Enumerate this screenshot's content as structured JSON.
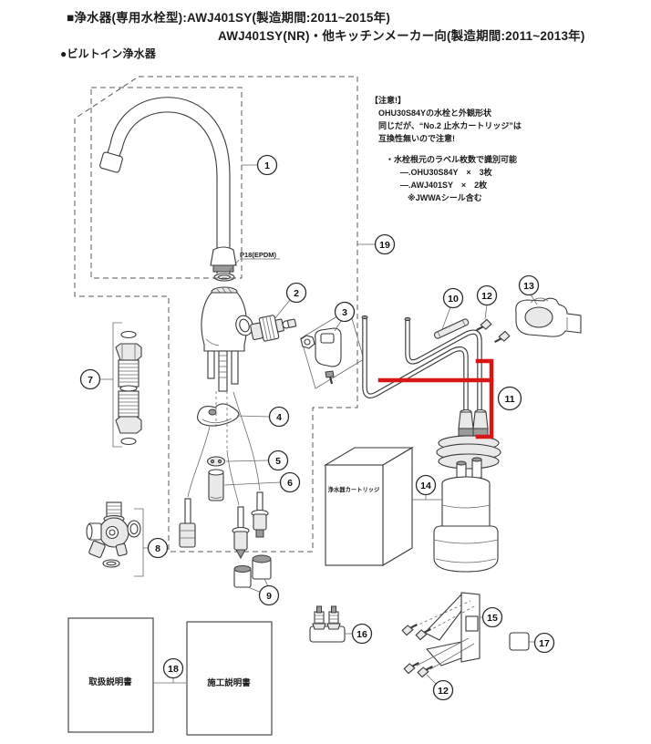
{
  "header": {
    "line1": "■浄水器(専用水栓型):AWJ401SY(製造期間:2011~2015年)",
    "line2": "AWJ401SY(NR)・他キッチンメーカー向(製造期間:2011~2013年)",
    "line3": "●ビルトイン浄水器"
  },
  "note": {
    "title": "【注意!】",
    "lines": [
      "OHU30S84Yの水栓と外観形状",
      "同じだが、“No.2 止水カートリッジ”は",
      "互換性無いので注意!",
      "・水栓根元のラベル枚数で識別可能",
      "―.OHU30S84Y　×　3枚",
      "―.AWJ401SY　×　2枚",
      "※JWWAシール含む"
    ]
  },
  "labels": {
    "p18": "P18(EPDM)",
    "cartridge_box": "浄水器カートリッジ",
    "doc_manual": "取扱説明書",
    "doc_install": "施工説明書"
  },
  "callouts": {
    "c1": "1",
    "c2": "2",
    "c3": "3",
    "c4": "4",
    "c5": "5",
    "c6": "6",
    "c7": "7",
    "c8": "8",
    "c9": "9",
    "c10": "10",
    "c11": "11",
    "c12": "12",
    "c13": "13",
    "c14": "14",
    "c15": "15",
    "c16": "16",
    "c17": "17",
    "c18": "18",
    "c19": "19"
  },
  "highlight": {
    "part": "11",
    "color": "#d91712"
  }
}
